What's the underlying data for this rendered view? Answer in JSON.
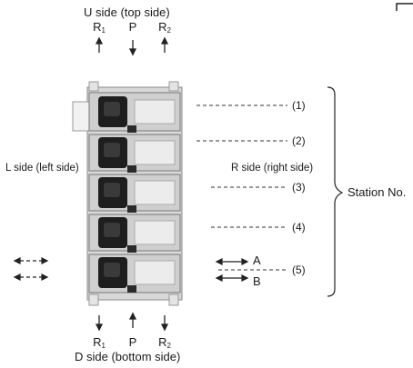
{
  "top_label": "U side (top side)",
  "bottom_label": "D side (bottom side)",
  "left_label": "L side (left side)",
  "right_label": "R side (right side)",
  "group_label": "Station No.",
  "ports_top": [
    {
      "main": "R",
      "sub": "1"
    },
    {
      "main": "P",
      "sub": ""
    },
    {
      "main": "R",
      "sub": "2"
    }
  ],
  "ports_bottom": [
    {
      "main": "R",
      "sub": "1"
    },
    {
      "main": "P",
      "sub": ""
    },
    {
      "main": "R",
      "sub": "2"
    }
  ],
  "stations": [
    "(1)",
    "(2)",
    "(3)",
    "(4)",
    "(5)"
  ],
  "outputs": {
    "a": "A",
    "b": "B"
  }
}
